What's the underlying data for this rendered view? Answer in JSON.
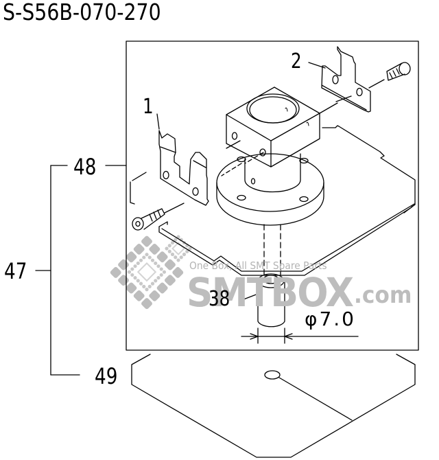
{
  "title": "S-S56B-070-270",
  "watermark": {
    "tagline": "One Box, All SMT Spare Parts",
    "brand": "SMTBOX",
    "suffix": ".com",
    "color": "#bdbdbd"
  },
  "callouts": [
    {
      "id": "1",
      "label": "1"
    },
    {
      "id": "2",
      "label": "2"
    },
    {
      "id": "38",
      "label": "38"
    },
    {
      "id": "47",
      "label": "47"
    },
    {
      "id": "48",
      "label": "48"
    },
    {
      "id": "49",
      "label": "49"
    }
  ],
  "dimension": {
    "label": "φ7.0"
  },
  "colors": {
    "line": "#000000",
    "background": "#ffffff"
  }
}
